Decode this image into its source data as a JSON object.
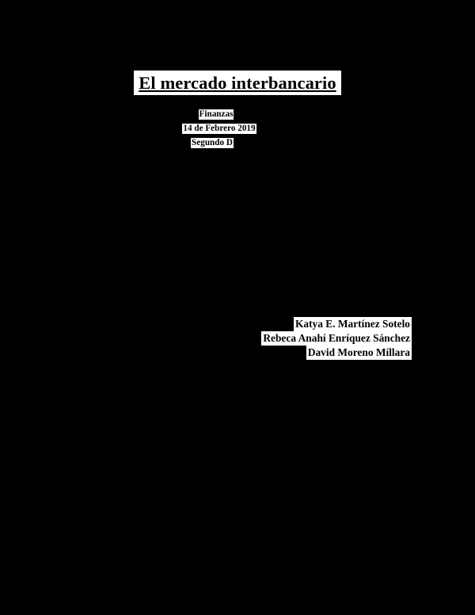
{
  "document": {
    "background_color": "#000000",
    "text_color": "#000000",
    "highlight_color": "#ffffff",
    "title": "El mercado interbancario",
    "meta": {
      "course": "Finanzas",
      "date": "14 de Febrero 2019",
      "group": "Segundo D"
    },
    "authors": [
      "Katya E. Martínez Sotelo",
      "Rebeca Anahí Enríquez Sánchez",
      "David Moreno Míllara"
    ]
  }
}
